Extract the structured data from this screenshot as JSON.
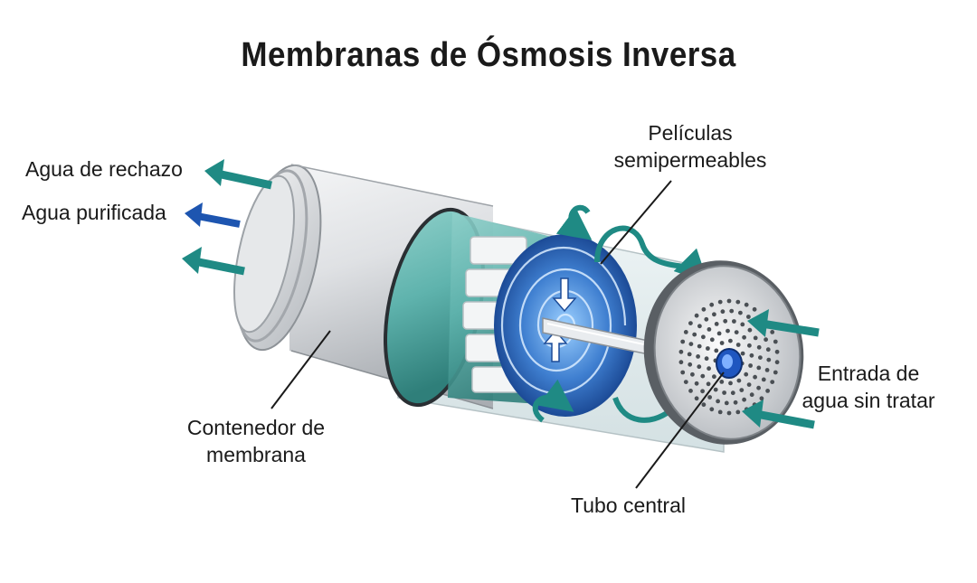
{
  "title": "Membranas de Ósmosis Inversa",
  "labels": {
    "reject_water": "Agua de rechazo",
    "purified_water": "Agua purificada",
    "films_line1": "Películas",
    "films_line2": "semipermeables",
    "container_line1": "Contenedor de",
    "container_line2": "membrana",
    "inlet_line1": "Entrada de",
    "inlet_line2": "agua sin tratar",
    "central_tube": "Tubo central"
  },
  "colors": {
    "teal_arrow": "#1f8a84",
    "blue_arrow": "#1d55b0",
    "membrane_teal": "#5fb3ad",
    "spiral_blue": "#3f7fd0",
    "housing_gray": "#d8dadd"
  }
}
